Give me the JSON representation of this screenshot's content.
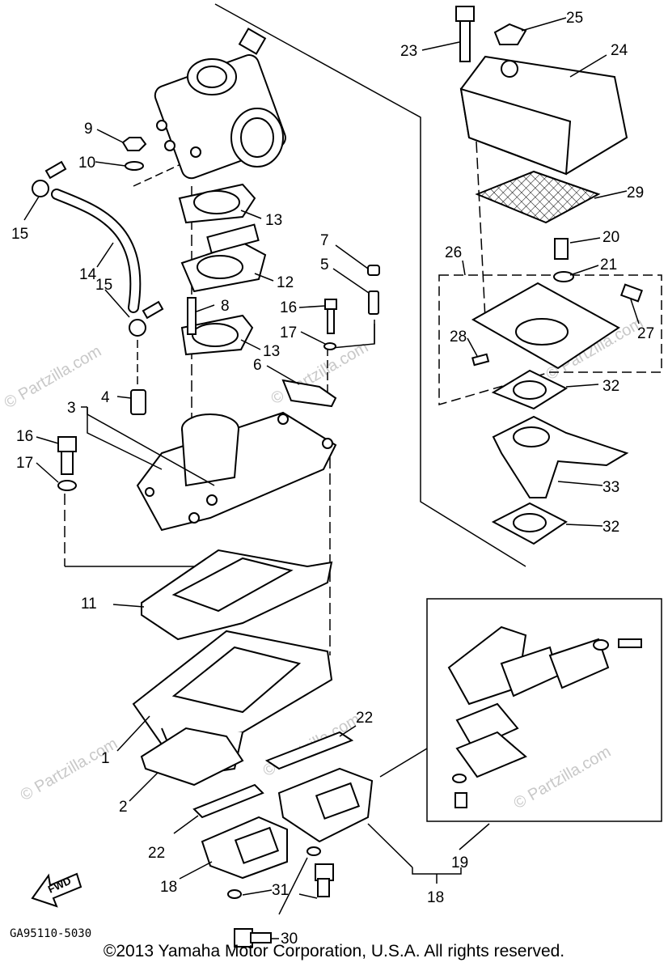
{
  "diagram": {
    "part_numbers": [
      "1",
      "2",
      "3",
      "4",
      "5",
      "6",
      "7",
      "8",
      "9",
      "10",
      "11",
      "12",
      "13",
      "13",
      "14",
      "15",
      "15",
      "16",
      "16",
      "17",
      "17",
      "18",
      "18",
      "19",
      "20",
      "21",
      "22",
      "22",
      "23",
      "24",
      "25",
      "26",
      "27",
      "28",
      "29",
      "30",
      "31",
      "32",
      "32",
      "33"
    ],
    "drawing_code": "GA95110-5030",
    "fwd_label": "FWD",
    "watermark": "© Partzilla.com",
    "copyright": "©2013  Yamaha Motor Corporation, U.S.A. All rights reserved."
  }
}
